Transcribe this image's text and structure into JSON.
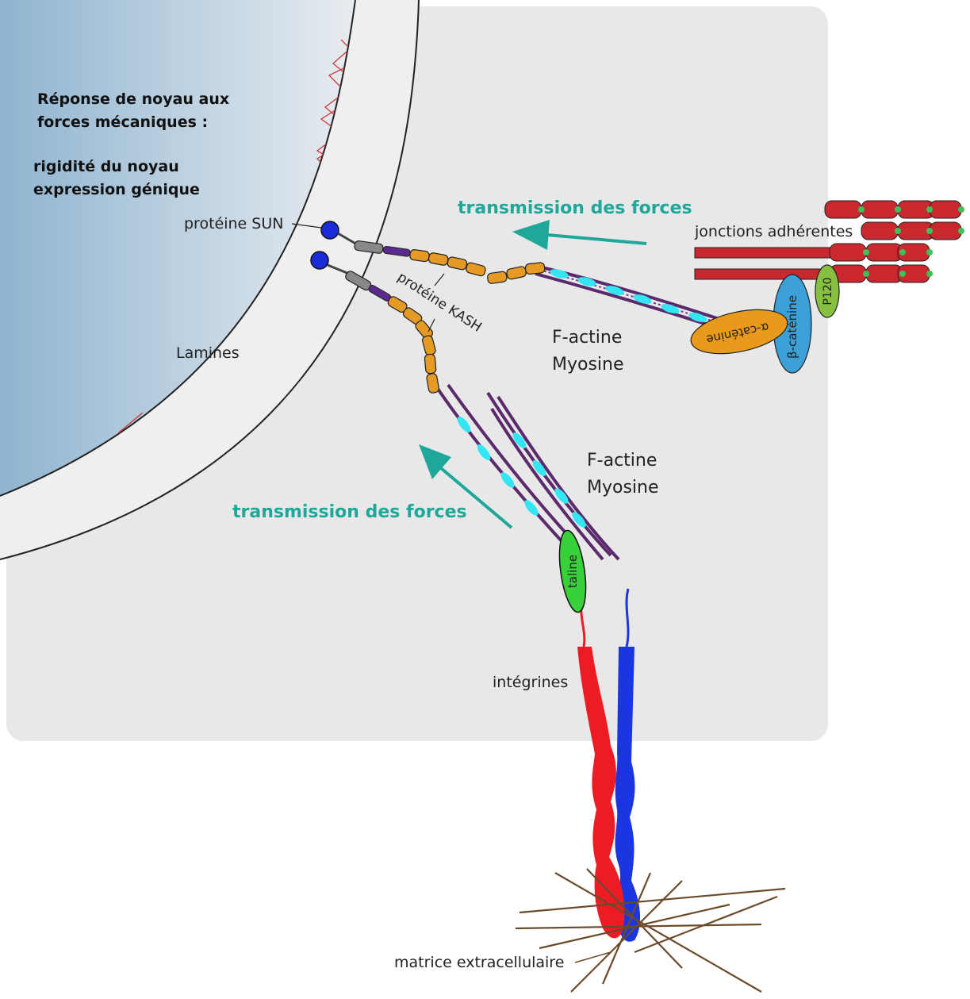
{
  "nucleus": {
    "title_line1": "Réponse de noyau aux",
    "title_line2": "forces mécaniques :",
    "effect_line1": "rigidité du noyau",
    "effect_line2": "expression génique"
  },
  "labels": {
    "sun": "protéine SUN",
    "kash": "protéine KASH",
    "lamines": "Lamines",
    "transmission_top": "transmission des forces",
    "transmission_bottom": "transmission des forces",
    "jonctions": "jonctions adhérentes",
    "alpha_catenine": "α-caténine",
    "beta_catenine": "β-caténine",
    "p120": "P120",
    "factine_1": "F-actine",
    "myosine_1": "Myosine",
    "factine_2": "F-actine",
    "myosine_2": "Myosine",
    "taline": "taline",
    "integrines": "intégrines",
    "matrice": "matrice extracellulaire"
  },
  "colors": {
    "cytoplasm": "#e8e8e8",
    "nucleus": "#9fbfd6",
    "lamina": "#d0393b",
    "transmission": "#1fa89a",
    "kash": "#e49a24",
    "actin": "#5a2a6c",
    "myosin": "#33e6f2",
    "cadherin": "#c8282e",
    "alpha_catenin": "#e99a1c",
    "beta_catenin": "#3b9fd8",
    "p120": "#86c040",
    "talin": "#39d13a",
    "integrin_red": "#ec1b24",
    "integrin_blue": "#1a36e0",
    "ecm": "#6b4a2a"
  }
}
